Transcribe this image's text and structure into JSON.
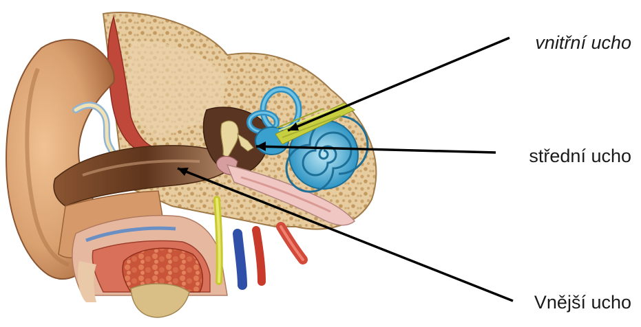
{
  "labels": {
    "inner_ear": "vnitřní ucho",
    "middle_ear": "střední ucho",
    "outer_ear": "Vnější ucho"
  },
  "colors": {
    "skin": "#d9a070",
    "canal": "#7a4a2a",
    "bone": "#e2c79a",
    "cochlea": "#5ab8d8",
    "nerve": "#c8d040",
    "vein": "#2f4fa8",
    "artery": "#c83a2a",
    "arrow": "#000000"
  },
  "icons": [
    "ear-anatomy-illustration"
  ]
}
